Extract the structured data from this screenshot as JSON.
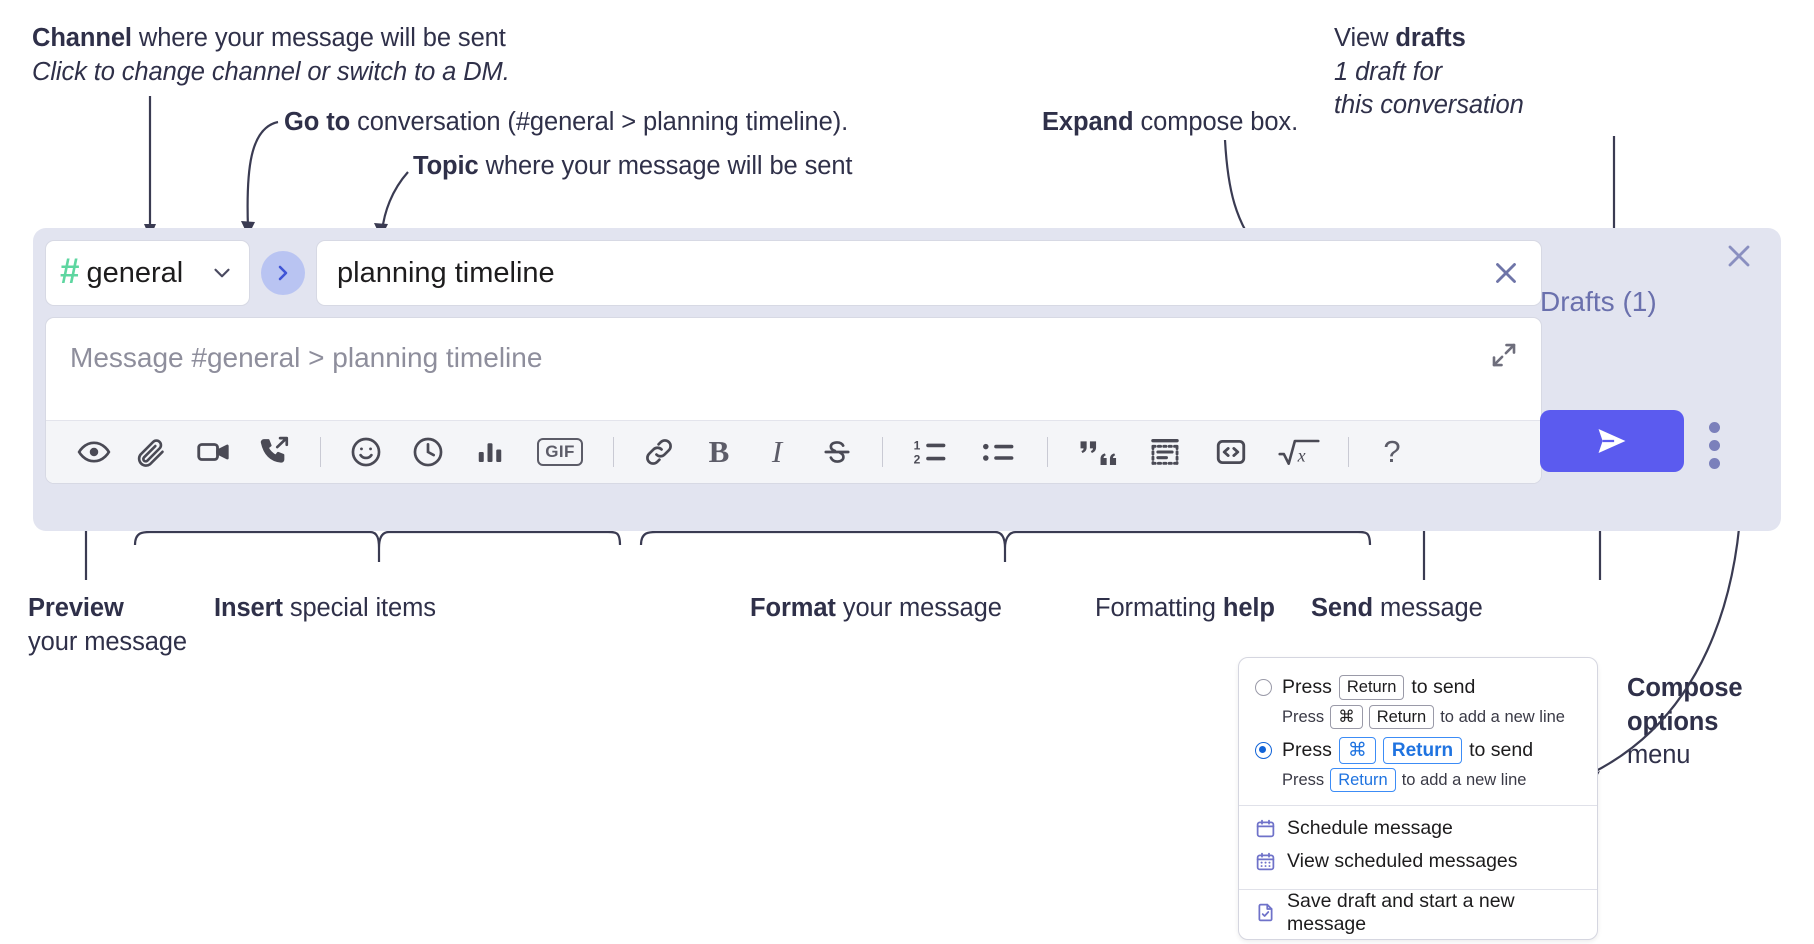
{
  "annotations": {
    "channel": {
      "title_bold": "Channel",
      "title_rest": " where your message will be sent",
      "sub": "Click to change channel or switch to a DM."
    },
    "goto": {
      "bold": "Go to",
      "rest": " conversation (#general > planning timeline)."
    },
    "topic": {
      "bold": "Topic",
      "rest": " where your message will be sent"
    },
    "expand": {
      "bold": "Expand",
      "rest": " compose box."
    },
    "drafts": {
      "line1_rest": "View ",
      "line1_bold": "drafts",
      "line2": "1 draft for",
      "line3": "this conversation"
    },
    "preview": {
      "bold": "Preview",
      "line2": "your message"
    },
    "insert": {
      "bold": "Insert",
      "rest": " special items"
    },
    "format": {
      "bold": "Format",
      "rest": " your message"
    },
    "help": {
      "rest": "Formatting ",
      "bold": "help"
    },
    "send": {
      "bold": "Send",
      "rest": " message"
    },
    "compose_options": {
      "line1": "Compose",
      "line2": "options",
      "line3": "menu"
    }
  },
  "compose": {
    "channel_name": "general",
    "channel_icon": "hash-icon",
    "channel_chevron": "chevron-down-icon",
    "goto_icon": "chevron-right-icon",
    "topic_value": "planning timeline",
    "topic_clear_icon": "close-icon",
    "message_placeholder": "Message #general > planning timeline",
    "expand_icon": "expand-icon",
    "drafts_label": "Drafts (1)",
    "panel_close_icon": "close-icon",
    "send_icon": "send-icon",
    "kebab_icon": "more-vertical-icon",
    "accent_color": "#5b5bef",
    "panel_bg_color": "#e2e4f0",
    "hash_color": "#5ed6a0",
    "drafts_text_color": "#6a70ad",
    "toolbar": [
      {
        "name": "preview-icon",
        "type": "icon"
      },
      {
        "name": "attach-icon",
        "type": "icon"
      },
      {
        "name": "video-icon",
        "type": "icon"
      },
      {
        "name": "call-forward-icon",
        "type": "icon"
      },
      {
        "name": "divider",
        "type": "divider"
      },
      {
        "name": "emoji-icon",
        "type": "icon"
      },
      {
        "name": "clock-icon",
        "type": "icon"
      },
      {
        "name": "poll-icon",
        "type": "icon"
      },
      {
        "name": "gif-icon",
        "type": "label",
        "label": "GIF"
      },
      {
        "name": "divider",
        "type": "divider"
      },
      {
        "name": "link-icon",
        "type": "icon"
      },
      {
        "name": "bold-icon",
        "type": "label",
        "label": "B"
      },
      {
        "name": "italic-icon",
        "type": "label",
        "label": "I"
      },
      {
        "name": "strikethrough-icon",
        "type": "icon"
      },
      {
        "name": "divider",
        "type": "divider"
      },
      {
        "name": "ordered-list-icon",
        "type": "icon"
      },
      {
        "name": "bulleted-list-icon",
        "type": "icon"
      },
      {
        "name": "divider",
        "type": "divider"
      },
      {
        "name": "blockquote-icon",
        "type": "icon"
      },
      {
        "name": "code-block-icon",
        "type": "icon"
      },
      {
        "name": "inline-code-icon",
        "type": "icon"
      },
      {
        "name": "math-icon",
        "type": "icon"
      },
      {
        "name": "divider",
        "type": "divider"
      },
      {
        "name": "help-icon",
        "type": "label",
        "label": "?"
      }
    ]
  },
  "popup": {
    "option1": {
      "selected": false,
      "press": "Press",
      "key": "Return",
      "tail": "to send",
      "sub_press": "Press",
      "sub_key1": "⌘",
      "sub_key2": "Return",
      "sub_tail": "to add a new line"
    },
    "option2": {
      "selected": true,
      "press": "Press",
      "key1": "⌘",
      "key2": "Return",
      "tail": "to send",
      "sub_press": "Press",
      "sub_key": "Return",
      "sub_tail": "to add a new line"
    },
    "items": [
      {
        "label": "Schedule message",
        "icon": "calendar-icon"
      },
      {
        "label": "View scheduled messages",
        "icon": "calendar-days-icon"
      },
      {
        "label": "Save draft and start a new message",
        "icon": "save-draft-icon"
      }
    ]
  }
}
